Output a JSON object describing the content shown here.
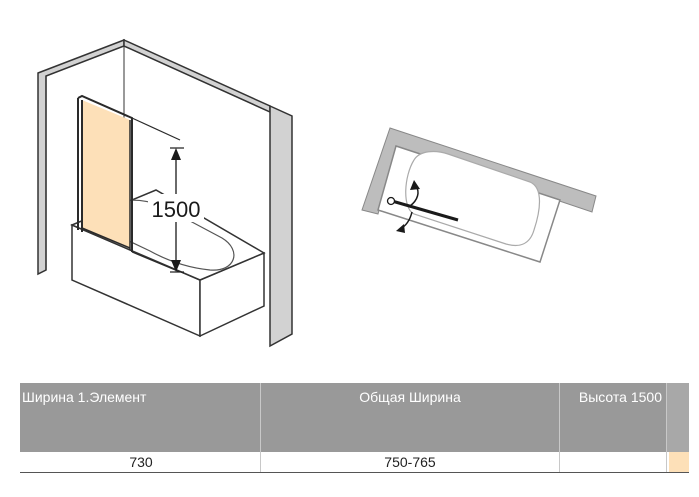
{
  "diagram": {
    "height_label": "1500",
    "colors": {
      "wall": "#d2d2d2",
      "outline": "#333333",
      "panel": "#fde0b8",
      "frame": "#2a2a2a",
      "arrow": "#1a1a1a"
    },
    "icons": [
      "height-dimension-arrow-icon",
      "swing-arrow-icon",
      "hinge-icon"
    ]
  },
  "table": {
    "headers": [
      "Ширина 1.Элемент",
      "Общая Ширина",
      "Высота 1500"
    ],
    "row": [
      "730",
      "750-765",
      ""
    ],
    "header_bg": "#999999",
    "swatch_color": "#fde0b8"
  }
}
